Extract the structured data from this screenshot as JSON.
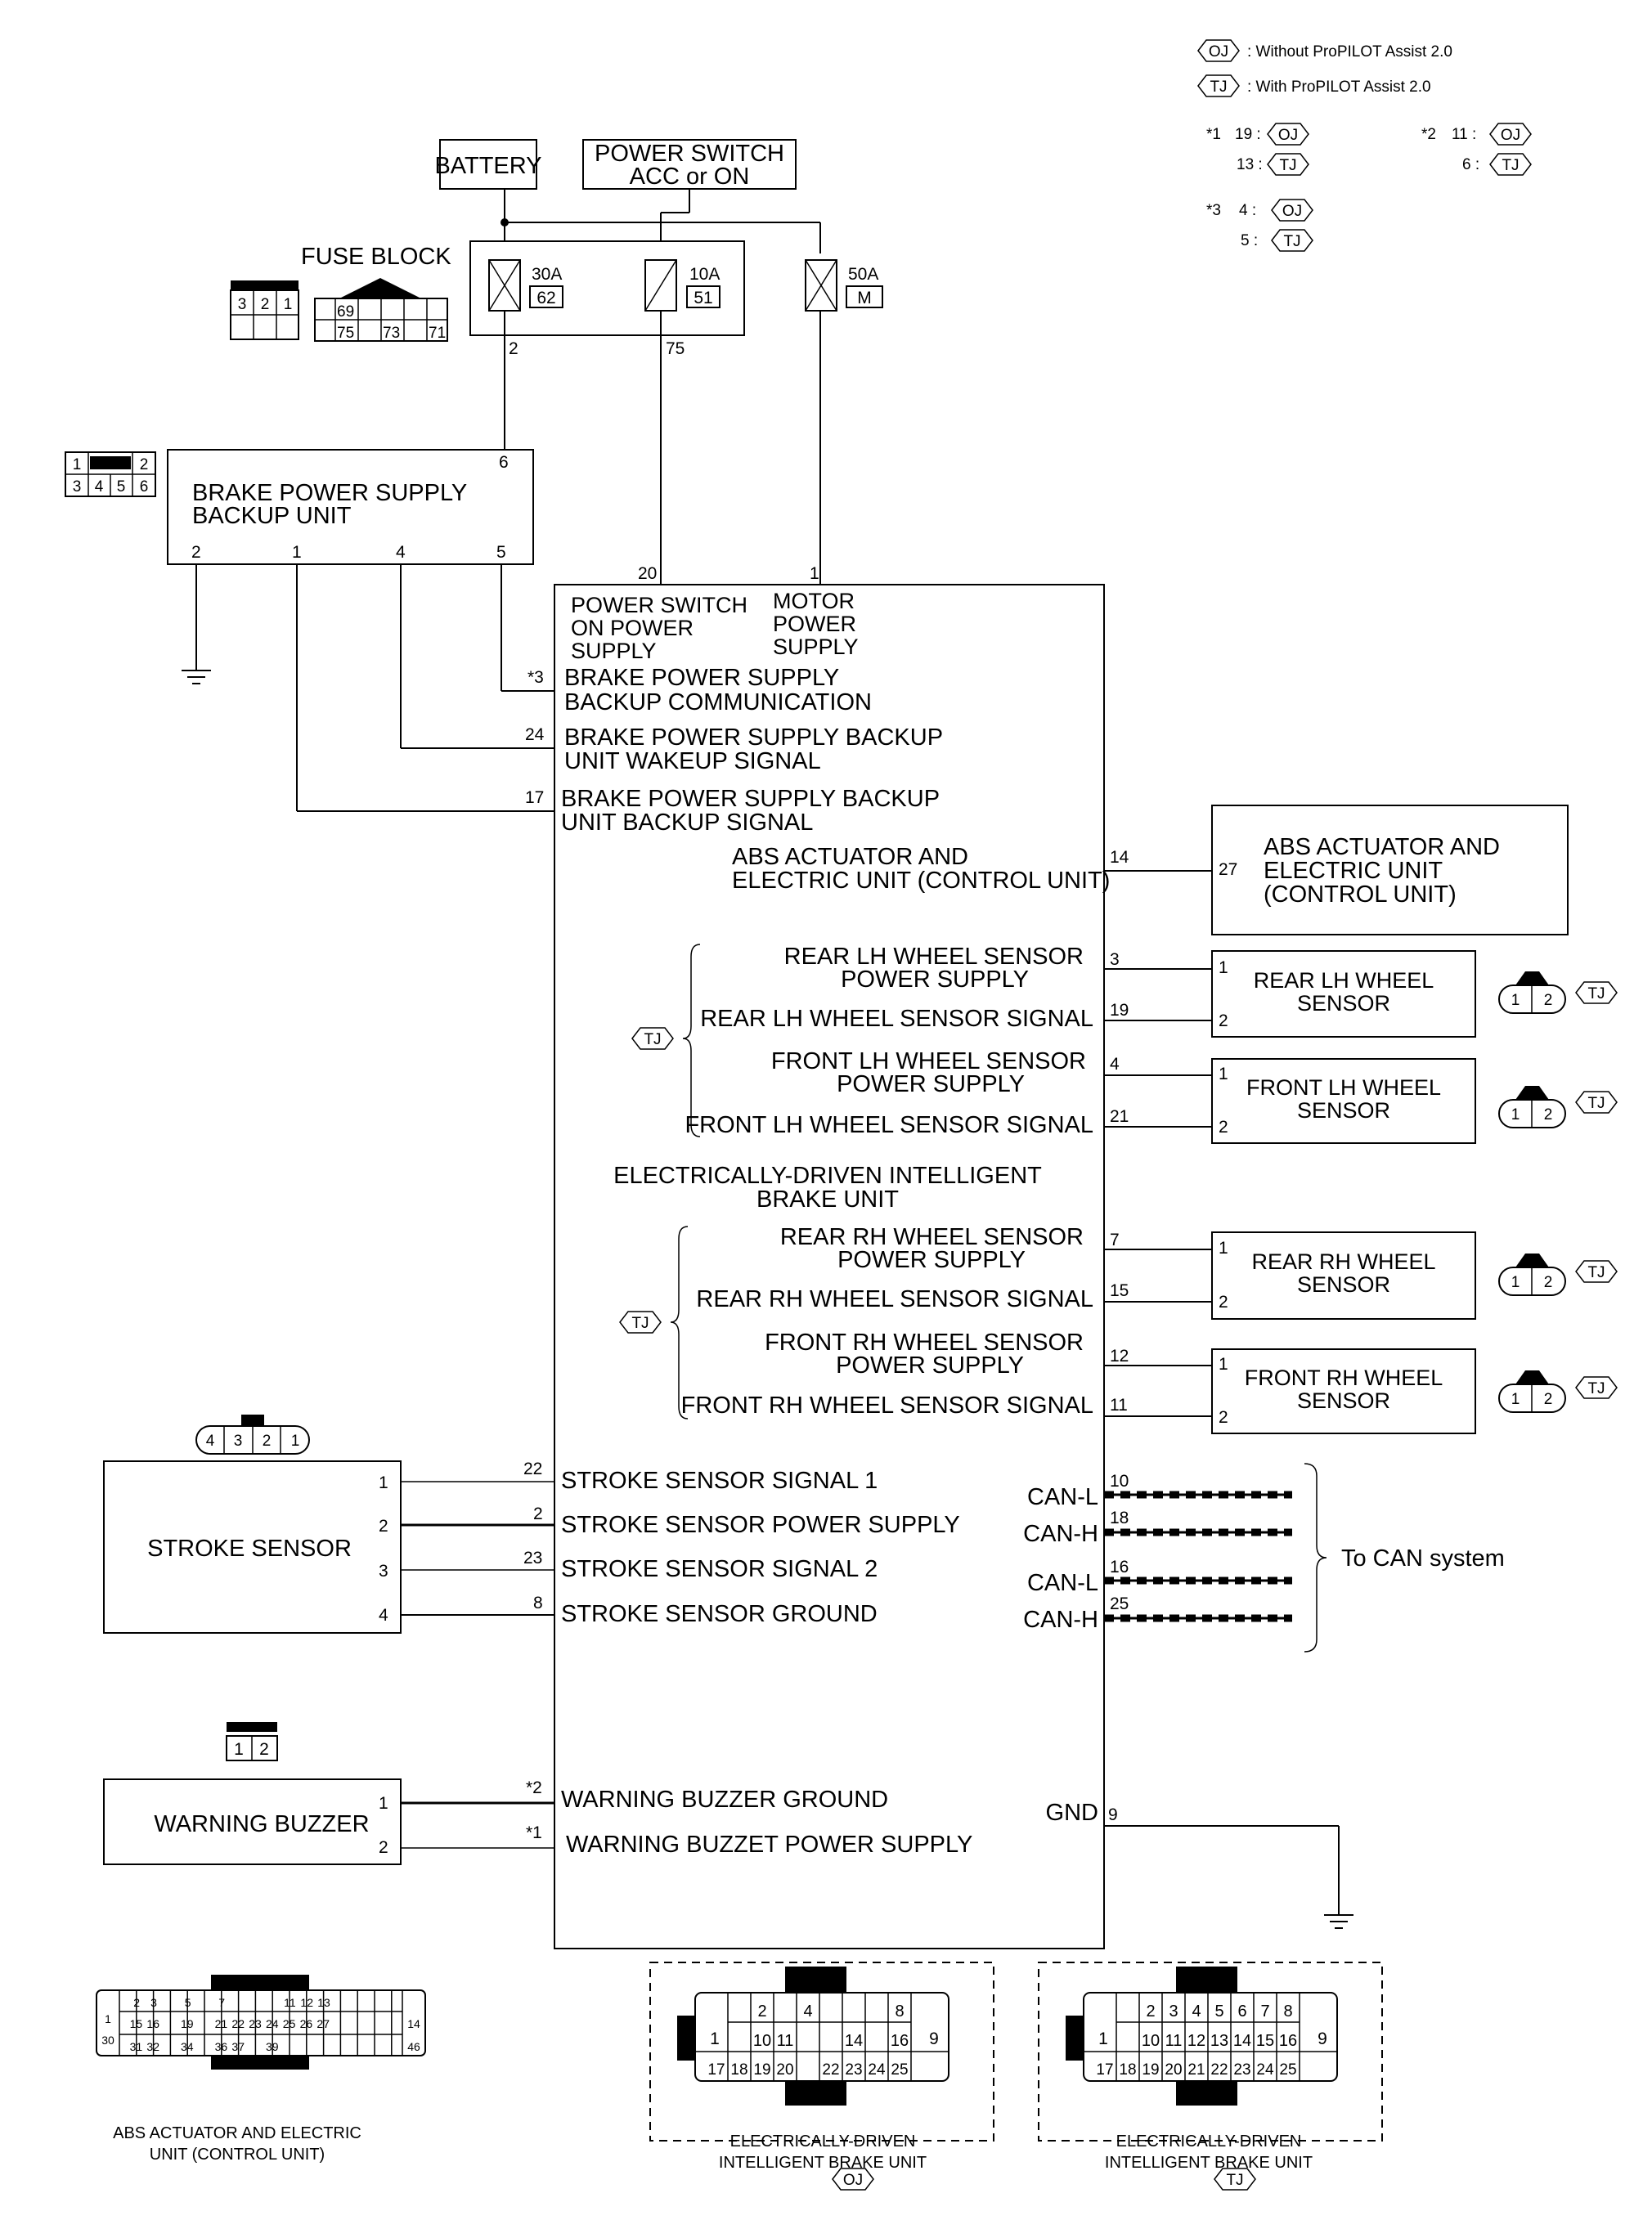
{
  "legend": {
    "oj_code": "OJ",
    "oj_text": ": Without ProPILOT Assist 2.0",
    "tj_code": "TJ",
    "tj_text": ": With ProPILOT Assist 2.0",
    "note1_mark": "*1",
    "note1_a": "19 :",
    "note1_b": "13 :",
    "note2_mark": "*2",
    "note2_a": "11 :",
    "note2_b": "6 :",
    "note3_mark": "*3",
    "note3_a": "4 :",
    "note3_b": "5 :"
  },
  "power": {
    "battery": "BATTERY",
    "power_switch_l1": "POWER SWITCH",
    "power_switch_l2": "ACC or ON",
    "fuse_block": "FUSE BLOCK",
    "fuse1_amp": "30A",
    "fuse1_no": "62",
    "fuse2_amp": "10A",
    "fuse2_no": "51",
    "fuse3_amp": "50A",
    "fuse3_no": "M",
    "pin_2": "2",
    "pin_75": "75",
    "fb_conn1": [
      "3",
      "2",
      "1"
    ],
    "fb_conn2": [
      "69",
      "75",
      "73",
      "71"
    ]
  },
  "backup_unit": {
    "name_l1": "BRAKE POWER SUPPLY",
    "name_l2": "BACKUP UNIT",
    "pin_top": "6",
    "pins": [
      "2",
      "1",
      "4",
      "5"
    ],
    "conn": [
      "1",
      "2",
      "3",
      "4",
      "5",
      "6"
    ]
  },
  "main": {
    "pin_20": "20",
    "pin_1": "1",
    "psw_l1": "POWER SWITCH",
    "psw_l2": "ON POWER",
    "psw_l3": "SUPPLY",
    "motor_l1": "MOTOR",
    "motor_l2": "POWER",
    "motor_l3": "SUPPLY",
    "bpsb_comm_l1": "BRAKE POWER SUPPLY",
    "bpsb_comm_l2": "BACKUP COMMUNICATION",
    "bpsb_comm_pin": "*3",
    "wake_l1": "BRAKE POWER SUPPLY BACKUP",
    "wake_l2": "UNIT WAKEUP SIGNAL",
    "wake_pin": "24",
    "backup_l1": "BRAKE POWER SUPPLY BACKUP",
    "backup_l2": "UNIT BACKUP SIGNAL",
    "backup_pin": "17",
    "abs_l1": "ABS ACTUATOR AND",
    "abs_l2": "ELECTRIC UNIT (CONTROL UNIT)",
    "abs_pin": "14",
    "unit_l1": "ELECTRICALLY-DRIVEN INTELLIGENT",
    "unit_l2": "BRAKE UNIT",
    "rl_pwr_l1": "REAR LH WHEEL SENSOR",
    "rl_pwr_l2": "POWER SUPPLY",
    "rl_pwr_pin": "3",
    "rl_sig": "REAR LH WHEEL SENSOR SIGNAL",
    "rl_sig_pin": "19",
    "fl_pwr_l1": "FRONT LH WHEEL SENSOR",
    "fl_pwr_l2": "POWER SUPPLY",
    "fl_pwr_pin": "4",
    "fl_sig": "FRONT LH WHEEL SENSOR SIGNAL",
    "fl_sig_pin": "21",
    "rr_pwr_l1": "REAR RH WHEEL SENSOR",
    "rr_pwr_l2": "POWER SUPPLY",
    "rr_pwr_pin": "7",
    "rr_sig": "REAR RH WHEEL SENSOR SIGNAL",
    "rr_sig_pin": "15",
    "fr_pwr_l1": "FRONT RH WHEEL SENSOR",
    "fr_pwr_l2": "POWER SUPPLY",
    "fr_pwr_pin": "12",
    "fr_sig": "FRONT RH WHEEL SENSOR SIGNAL",
    "fr_sig_pin": "11",
    "ss1": "STROKE SENSOR SIGNAL 1",
    "ss1_pin": "22",
    "sspwr": "STROKE SENSOR POWER SUPPLY",
    "sspwr_pin": "2",
    "ss2": "STROKE SENSOR SIGNAL 2",
    "ss2_pin": "23",
    "ssgnd": "STROKE SENSOR GROUND",
    "ssgnd_pin": "8",
    "can_l1": "CAN-L",
    "can_l1_pin": "10",
    "can_h1": "CAN-H",
    "can_h1_pin": "18",
    "can_l2": "CAN-L",
    "can_l2_pin": "16",
    "can_h2": "CAN-H",
    "can_h2_pin": "25",
    "can_dest": "To CAN system",
    "wbgnd": "WARNING BUZZER GROUND",
    "wbgnd_pin": "*2",
    "wbpwr": "WARNING BUZZET POWER SUPPLY",
    "wbpwr_pin": "*1",
    "gnd": "GND",
    "gnd_pin": "9",
    "tj_mark": "TJ"
  },
  "abs_unit": {
    "l1": "ABS ACTUATOR AND",
    "l2": "ELECTRIC UNIT",
    "l3": "(CONTROL UNIT)",
    "pin": "27"
  },
  "wheel_sensors": {
    "rl_l1": "REAR LH WHEEL",
    "rl_l2": "SENSOR",
    "fl_l1": "FRONT LH WHEEL",
    "fl_l2": "SENSOR",
    "rr_l1": "REAR RH WHEEL",
    "rr_l2": "SENSOR",
    "fr_l1": "FRONT RH WHEEL",
    "fr_l2": "SENSOR",
    "pin1": "1",
    "pin2": "2",
    "tj": "TJ"
  },
  "stroke_sensor": {
    "name": "STROKE SENSOR",
    "pins": [
      "1",
      "2",
      "3",
      "4"
    ],
    "conn": [
      "4",
      "3",
      "2",
      "1"
    ]
  },
  "buzzer": {
    "name": "WARNING BUZZER",
    "pins": [
      "1",
      "2"
    ],
    "conn": [
      "1",
      "2"
    ]
  },
  "bottom": {
    "abs_cap_l1": "ABS ACTUATOR AND ELECTRIC",
    "abs_cap_l2": "UNIT (CONTROL UNIT)",
    "ebu_oj_l1": "ELECTRICALLY-DRIVEN",
    "ebu_oj_l2": "INTELLIGENT BRAKE UNIT",
    "ebu_oj_code": "OJ",
    "ebu_tj_l1": "ELECTRICALLY-DRIVEN",
    "ebu_tj_l2": "INTELLIGENT BRAKE UNIT",
    "ebu_tj_code": "TJ",
    "abs_conn_top": [
      "1",
      "2",
      "3",
      "5",
      "7",
      "11",
      "12",
      "13",
      "14"
    ],
    "abs_conn_mid": [
      "15",
      "16",
      "19",
      "21",
      "22",
      "23",
      "24",
      "25",
      "26",
      "27"
    ],
    "abs_conn_bot": [
      "30",
      "31",
      "32",
      "34",
      "36",
      "37",
      "39",
      "46"
    ],
    "ebu_oj_top": [
      "1",
      "2",
      "4",
      "8",
      "9"
    ],
    "ebu_oj_mid": [
      "10",
      "11",
      "14",
      "16"
    ],
    "ebu_oj_bot": [
      "17",
      "18",
      "19",
      "20",
      "22",
      "23",
      "24",
      "25"
    ],
    "ebu_tj_top": [
      "1",
      "2",
      "3",
      "4",
      "5",
      "6",
      "7",
      "8",
      "9"
    ],
    "ebu_tj_mid": [
      "10",
      "11",
      "12",
      "13",
      "14",
      "15",
      "16"
    ],
    "ebu_tj_bot": [
      "17",
      "18",
      "19",
      "20",
      "21",
      "22",
      "23",
      "24",
      "25"
    ]
  }
}
